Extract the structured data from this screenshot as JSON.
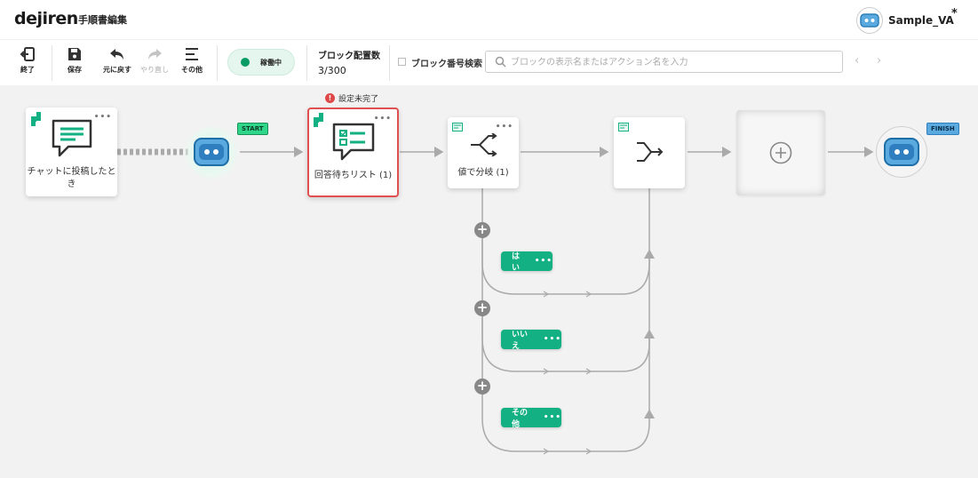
{
  "header": {
    "logo": "dejiren",
    "page_title": "手順書編集",
    "user_name": "Sample_VA",
    "unsaved_mark": "*"
  },
  "toolbar": {
    "exit": "終了",
    "save": "保存",
    "undo": "元に戻す",
    "redo": "やり直し",
    "other": "その他",
    "status": "稼働中",
    "block_count_label": "ブロック配置数",
    "block_count_value": "3/300",
    "search_checkbox_label": "ブロック番号検索",
    "search_placeholder": "ブロックの表示名またはアクション名を入力",
    "prev_arrow": "‹",
    "next_arrow": "›"
  },
  "flow": {
    "trigger_label": "チャットに投稿したとき",
    "start_flag": "START",
    "finish_flag": "FINISH",
    "warning_text": "設定未完了",
    "answer_list_label": "回答待ちリスト (1)",
    "branch_label": "値で分岐 (1)",
    "branches": [
      "はい",
      "いいえ",
      "その他"
    ],
    "node_menu": "•••",
    "plus": "+"
  },
  "colors": {
    "accent_green": "#12b082",
    "error_red": "#e04848",
    "bot_blue": "#5aaadf"
  }
}
